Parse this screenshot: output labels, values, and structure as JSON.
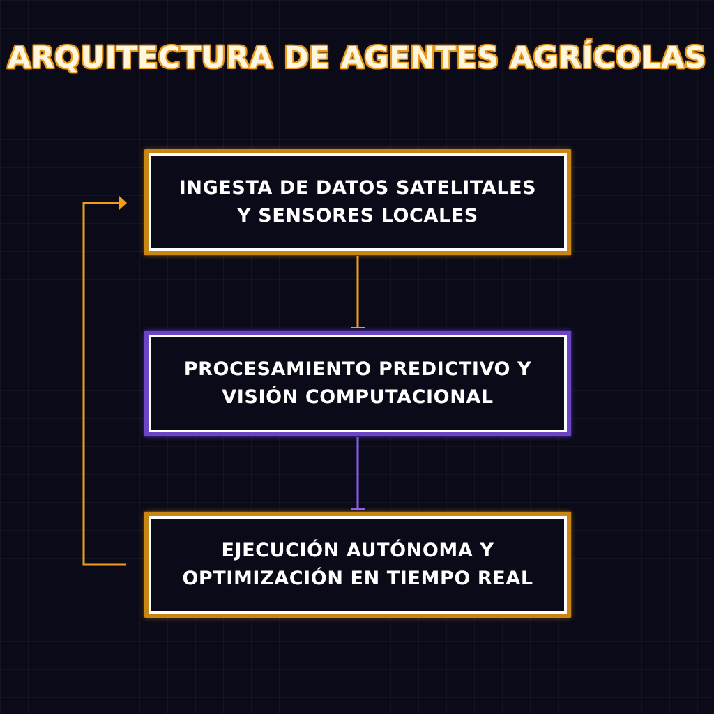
{
  "title": "ARQUITECTURA DE AGENTES AGRÍCOLAS",
  "colors": {
    "background": "#0b0a18",
    "accent_orange": "#f29c1f",
    "accent_purple": "#8a5cf0",
    "box_text": "#ffffff"
  },
  "nodes": [
    {
      "label": "INGESTA DE DATOS SATELITALES\nY SENSORES LOCALES",
      "accent": "orange"
    },
    {
      "label": "PROCESAMIENTO PREDICTIVO Y\nVISIÓN COMPUTACIONAL",
      "accent": "purple"
    },
    {
      "label": "EJECUCIÓN AUTÓNOMA Y\nOPTIMIZACIÓN EN TIEMPO REAL",
      "accent": "orange"
    }
  ],
  "edges": [
    {
      "from": 0,
      "to": 1,
      "color": "orange"
    },
    {
      "from": 1,
      "to": 2,
      "color": "purple"
    },
    {
      "from": 2,
      "to": 0,
      "color": "orange",
      "style": "feedback-loop"
    }
  ]
}
